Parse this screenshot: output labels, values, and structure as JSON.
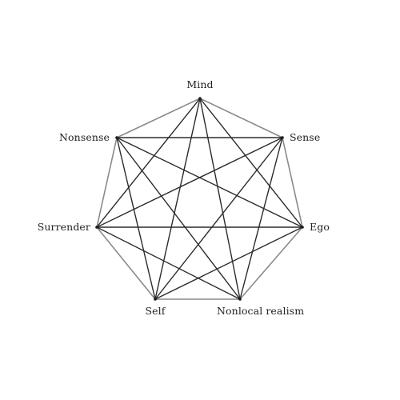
{
  "diagram": {
    "nodes": [
      {
        "id": "mind",
        "label": "Mind"
      },
      {
        "id": "sense",
        "label": "Sense"
      },
      {
        "id": "ego",
        "label": "Ego"
      },
      {
        "id": "nonlocal-realism",
        "label": "Nonlocal realism"
      },
      {
        "id": "self",
        "label": "Self"
      },
      {
        "id": "surrender",
        "label": "Surrender"
      },
      {
        "id": "nonsense",
        "label": "Nonsense"
      }
    ],
    "edges": [
      {
        "from": "mind",
        "to": "sense",
        "kind": "outer"
      },
      {
        "from": "sense",
        "to": "ego",
        "kind": "outer"
      },
      {
        "from": "ego",
        "to": "nonlocal-realism",
        "kind": "outer"
      },
      {
        "from": "nonlocal-realism",
        "to": "self",
        "kind": "outer"
      },
      {
        "from": "self",
        "to": "surrender",
        "kind": "outer"
      },
      {
        "from": "surrender",
        "to": "nonsense",
        "kind": "outer"
      },
      {
        "from": "nonsense",
        "to": "mind",
        "kind": "outer"
      },
      {
        "from": "mind",
        "to": "ego",
        "kind": "inner"
      },
      {
        "from": "sense",
        "to": "nonlocal-realism",
        "kind": "inner"
      },
      {
        "from": "ego",
        "to": "self",
        "kind": "inner"
      },
      {
        "from": "nonlocal-realism",
        "to": "surrender",
        "kind": "inner"
      },
      {
        "from": "self",
        "to": "nonsense",
        "kind": "inner"
      },
      {
        "from": "surrender",
        "to": "mind",
        "kind": "inner"
      },
      {
        "from": "nonsense",
        "to": "sense",
        "kind": "inner"
      },
      {
        "from": "mind",
        "to": "nonlocal-realism",
        "kind": "inner"
      },
      {
        "from": "sense",
        "to": "self",
        "kind": "inner"
      },
      {
        "from": "ego",
        "to": "surrender",
        "kind": "inner"
      },
      {
        "from": "nonlocal-realism",
        "to": "nonsense",
        "kind": "inner"
      },
      {
        "from": "self",
        "to": "mind",
        "kind": "inner"
      },
      {
        "from": "surrender",
        "to": "sense",
        "kind": "inner"
      },
      {
        "from": "nonsense",
        "to": "ego",
        "kind": "inner"
      }
    ]
  },
  "colors": {
    "outer_edge": "#8a8a8a",
    "inner_edge": "#2b2b2b",
    "node": "#1a1a1a",
    "label": "#222222",
    "background": "#ffffff"
  }
}
